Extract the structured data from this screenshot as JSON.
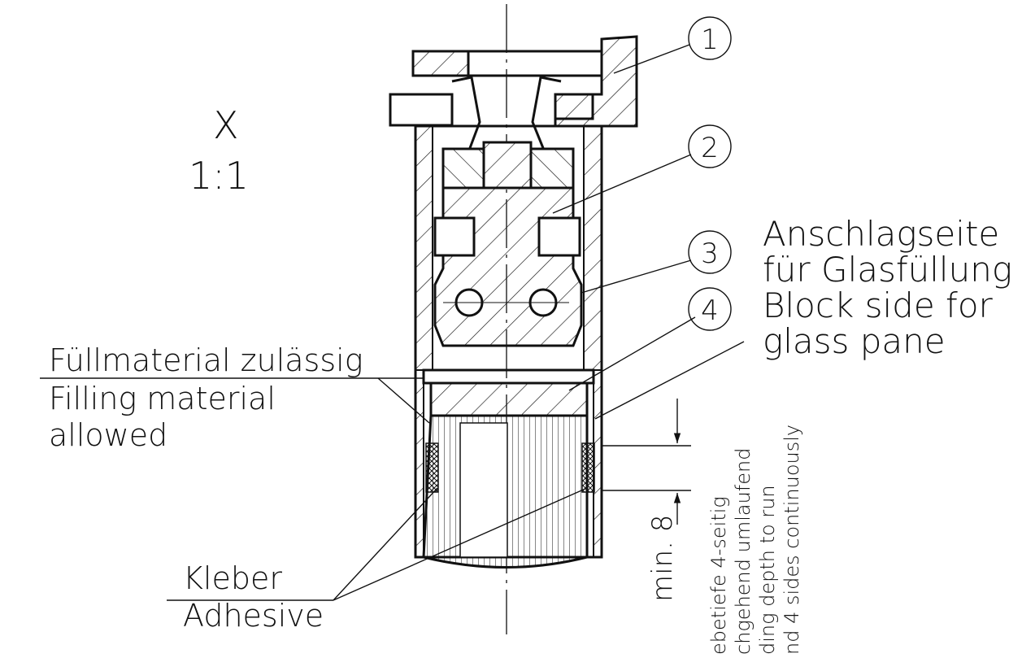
{
  "view": {
    "label": "X",
    "scale": "1:1"
  },
  "balloons": [
    "1",
    "2",
    "3",
    "4"
  ],
  "notes": {
    "stop_side_de": "Anschlagseite",
    "stop_side_de_2": "für Glasfüllung",
    "stop_side_en": "Block side for",
    "stop_side_en_2": "glass pane",
    "filling_de": "Füllmaterial zulässig",
    "filling_en": "Filling material",
    "filling_en_2": "allowed",
    "adhesive_de": "Kleber",
    "adhesive_en": "Adhesive",
    "dimension": "min. 8",
    "bonding_de_1": "ebetiefe 4-seitig",
    "bonding_de_2": "chgehend umlaufend",
    "bonding_en_1": "ding depth to run",
    "bonding_en_2": "nd 4 sides continuously"
  },
  "colors": {
    "line": "#111111",
    "background": "#ffffff"
  }
}
